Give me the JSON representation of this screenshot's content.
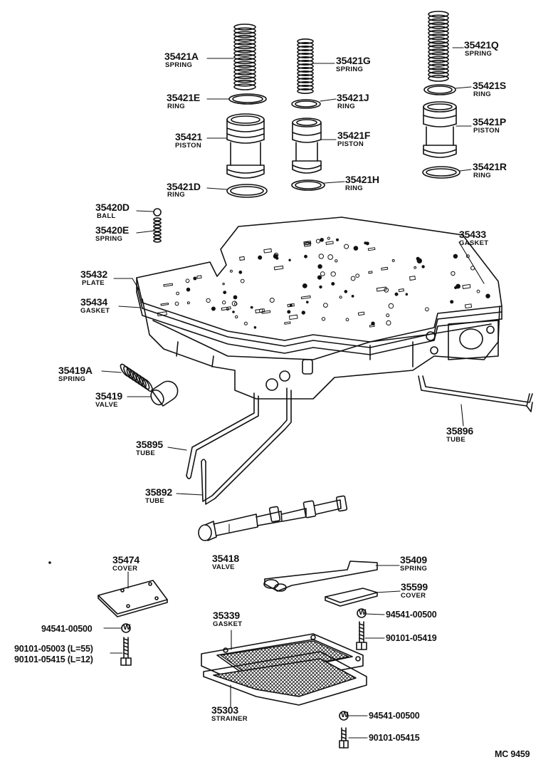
{
  "diagram_code": "MC 9459",
  "parts": {
    "p35421A": {
      "number": "35421A",
      "name": "SPRING"
    },
    "p35421E": {
      "number": "35421E",
      "name": "RING"
    },
    "p35421": {
      "number": "35421",
      "name": "PISTON"
    },
    "p35421D": {
      "number": "35421D",
      "name": "RING"
    },
    "p35421G": {
      "number": "35421G",
      "name": "SPRING"
    },
    "p35421J": {
      "number": "35421J",
      "name": "RING"
    },
    "p35421F": {
      "number": "35421F",
      "name": "PISTON"
    },
    "p35421H": {
      "number": "35421H",
      "name": "RING"
    },
    "p35421Q": {
      "number": "35421Q",
      "name": "SPRING"
    },
    "p35421S": {
      "number": "35421S",
      "name": "RING"
    },
    "p35421P": {
      "number": "35421P",
      "name": "PISTON"
    },
    "p35421R": {
      "number": "35421R",
      "name": "RING"
    },
    "p35420D": {
      "number": "35420D",
      "name": "BALL"
    },
    "p35420E": {
      "number": "35420E",
      "name": "SPRING"
    },
    "p35433": {
      "number": "35433",
      "name": "GASKET"
    },
    "p35432": {
      "number": "35432",
      "name": "PLATE"
    },
    "p35434": {
      "number": "35434",
      "name": "GASKET"
    },
    "p35419A": {
      "number": "35419A",
      "name": "SPRING"
    },
    "p35419": {
      "number": "35419",
      "name": "VALVE"
    },
    "p35895": {
      "number": "35895",
      "name": "TUBE"
    },
    "p35892": {
      "number": "35892",
      "name": "TUBE"
    },
    "p35896": {
      "number": "35896",
      "name": "TUBE"
    },
    "p35418": {
      "number": "35418",
      "name": "VALVE"
    },
    "p35474": {
      "number": "35474",
      "name": "COVER"
    },
    "p35409": {
      "number": "35409",
      "name": "SPRING"
    },
    "p35599": {
      "number": "35599",
      "name": "COVER"
    },
    "p35339": {
      "number": "35339",
      "name": "GASKET"
    },
    "p35303": {
      "number": "35303",
      "name": "STRAINER"
    }
  },
  "fasteners": {
    "washer_left": "94541-00500",
    "bolt_left_1": "90101-05003 (L=55)",
    "bolt_left_2": "90101-05415 (L=12)",
    "washer_right_top": "94541-00500",
    "bolt_right_top": "90101-05419",
    "washer_right_bottom": "94541-00500",
    "bolt_right_bottom": "90101-05415"
  },
  "washer_mark": "W"
}
